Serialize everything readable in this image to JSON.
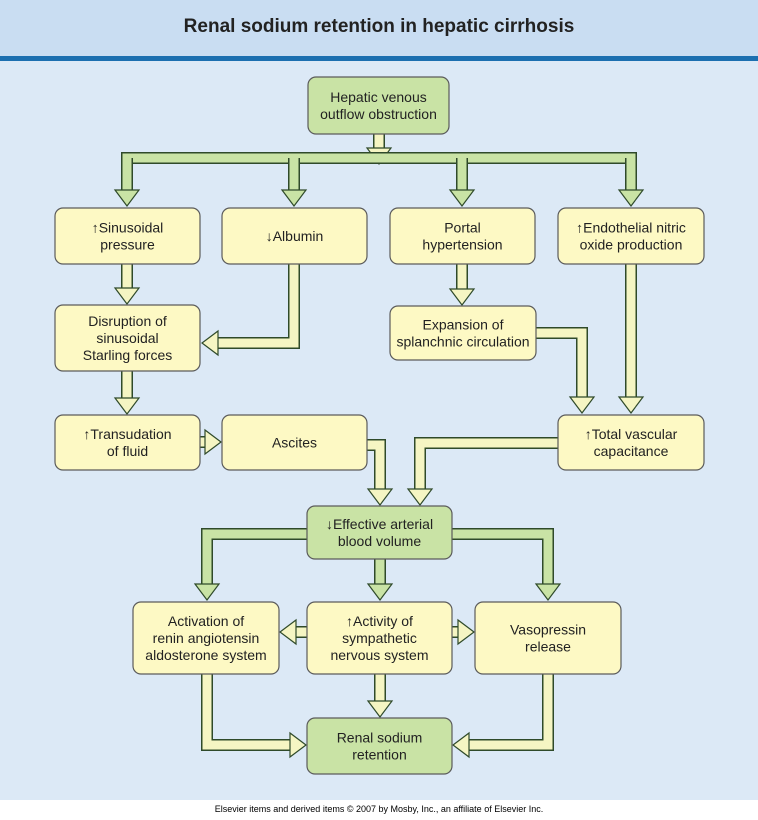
{
  "title": "Renal sodium retention in hepatic cirrhosis",
  "footer": "Elsevier items and derived items © 2007 by Mosby, Inc., an affiliate of Elsevier Inc.",
  "colors": {
    "title_band": "#c9ddf2",
    "title_rule": "#1b6fb0",
    "panel": "#dce9f6",
    "box_yellow": "#fdf9c4",
    "box_green": "#c9e3a5",
    "box_border": "#5b5b5b",
    "arrow_fill": "#f5f5c3",
    "arrow_fill_green": "#c9e3a5",
    "arrow_stroke": "#2f4a2a"
  },
  "nodes": {
    "hepatic_outflow": [
      "Hepatic venous",
      "outflow obstruction"
    ],
    "sinusoidal_pressure": [
      "↑Sinusoidal",
      "pressure"
    ],
    "albumin": [
      "↓Albumin"
    ],
    "portal_hypertension": [
      "Portal",
      "hypertension"
    ],
    "endothelial_no": [
      "↑Endothelial nitric",
      "oxide production"
    ],
    "disruption": [
      "Disruption of",
      "sinusoidal",
      "Starling forces"
    ],
    "splanchnic": [
      "Expansion of",
      "splanchnic circulation"
    ],
    "transudation": [
      "↑Transudation",
      "of fluid"
    ],
    "ascites": [
      "Ascites"
    ],
    "vascular_capacitance": [
      "↑Total vascular",
      "capacitance"
    ],
    "effective_volume": [
      "↓Effective arterial",
      "blood volume"
    ],
    "raas": [
      "Activation of",
      "renin angiotensin",
      "aldosterone system"
    ],
    "sympathetic": [
      "↑Activity of",
      "sympathetic",
      "nervous system"
    ],
    "vasopressin": [
      "Vasopressin",
      "release"
    ],
    "renal_sodium": [
      "Renal sodium",
      "retention"
    ]
  }
}
